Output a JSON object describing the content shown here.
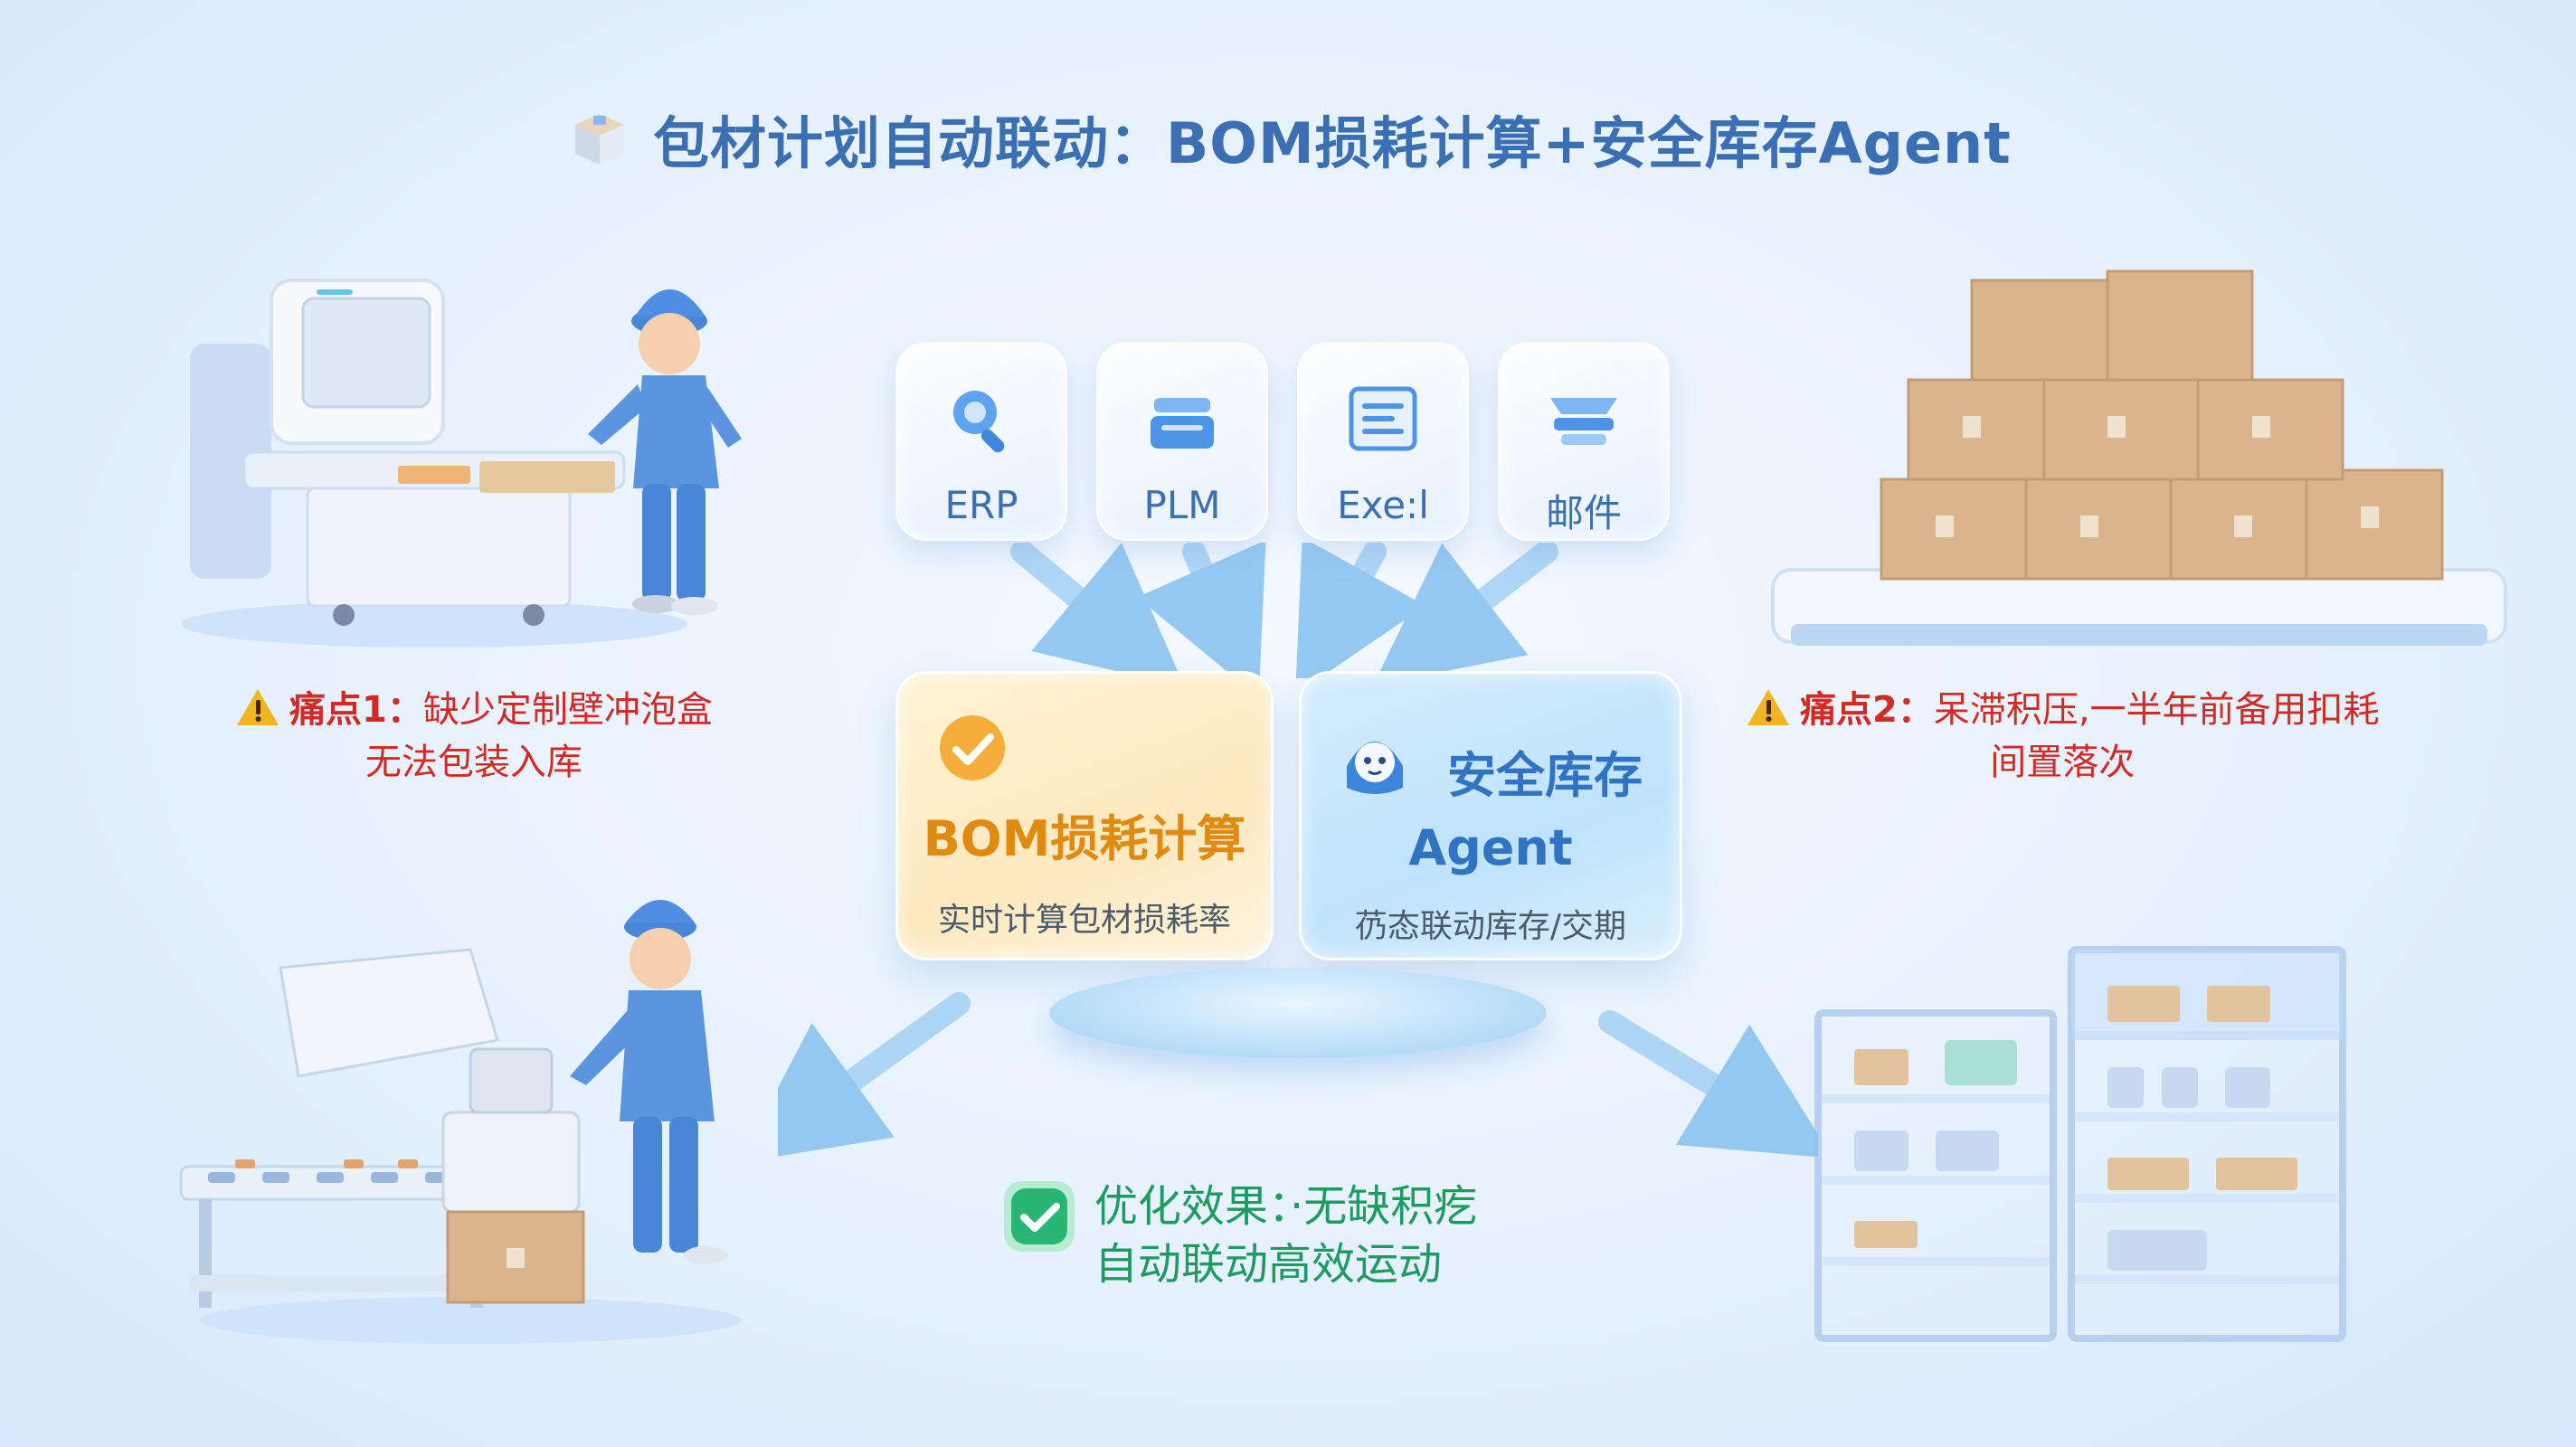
{
  "title": "包材计划自动联动：BOM损耗计算+安全库存Agent",
  "sources": [
    {
      "label": "ERP",
      "icon": "erp-icon"
    },
    {
      "label": "PLM",
      "icon": "plm-icon"
    },
    {
      "label": "Exe:l",
      "icon": "excel-icon"
    },
    {
      "label": "邮件",
      "icon": "mail-icon"
    }
  ],
  "bom_card": {
    "title": "BOM损耗计算",
    "subtitle": "实时计算包材损耗率",
    "icon": "check-badge-icon"
  },
  "agent_card": {
    "title_line1": "安全库存",
    "title_line2": "Agent",
    "subtitle": "芿态联动库存/交期",
    "icon": "robot-icon"
  },
  "pain_point_1": {
    "label": "痛点1：",
    "line1": "缺少定制壁冲泡盒",
    "line2": "无法包装入库"
  },
  "pain_point_2": {
    "label": "痛点2：",
    "line1": "呆滞积压,一半年前备用扣耗",
    "line2": "间置落次"
  },
  "result": {
    "label": "优化效果：",
    "line1_rest": "·无缺积疙",
    "line2": "自动联动高效运动"
  },
  "colors": {
    "title": "#3b6fb3",
    "pain": "#d22a24",
    "result": "#1e9b60",
    "bom_accent": "#e08a12",
    "agent_accent": "#2f73c2"
  }
}
